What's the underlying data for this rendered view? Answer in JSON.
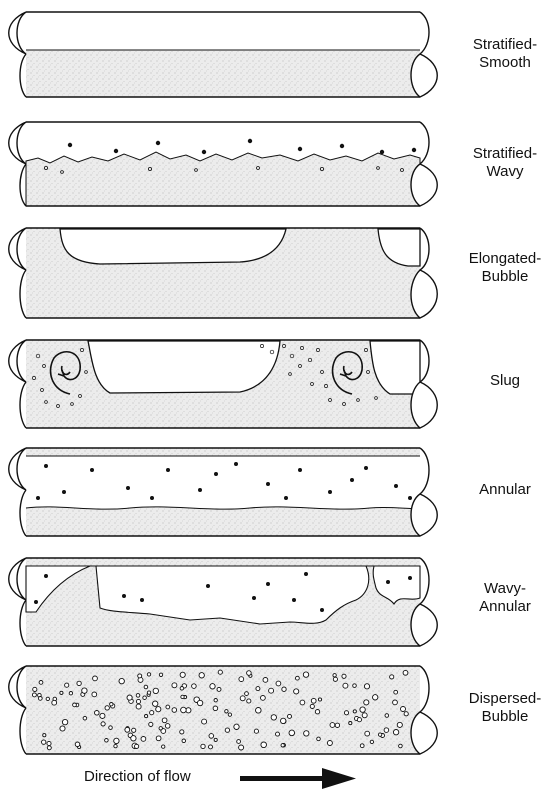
{
  "regimes": [
    {
      "name": "stratified-smooth",
      "label_line1": "Stratified-",
      "label_line2": "Smooth"
    },
    {
      "name": "stratified-wavy",
      "label_line1": "Stratified-",
      "label_line2": "Wavy"
    },
    {
      "name": "elongated-bubble",
      "label_line1": "Elongated-",
      "label_line2": "Bubble"
    },
    {
      "name": "slug",
      "label_line1": "Slug",
      "label_line2": ""
    },
    {
      "name": "annular",
      "label_line1": "Annular",
      "label_line2": ""
    },
    {
      "name": "wavy-annular",
      "label_line1": "Wavy-",
      "label_line2": "Annular"
    },
    {
      "name": "dispersed-bubble",
      "label_line1": "Dispersed-",
      "label_line2": "Bubble"
    }
  ],
  "footer": {
    "flow_label": "Direction of flow"
  },
  "colors": {
    "ink": "#111111",
    "liquid": "#e8e8e8",
    "background": "#ffffff"
  }
}
